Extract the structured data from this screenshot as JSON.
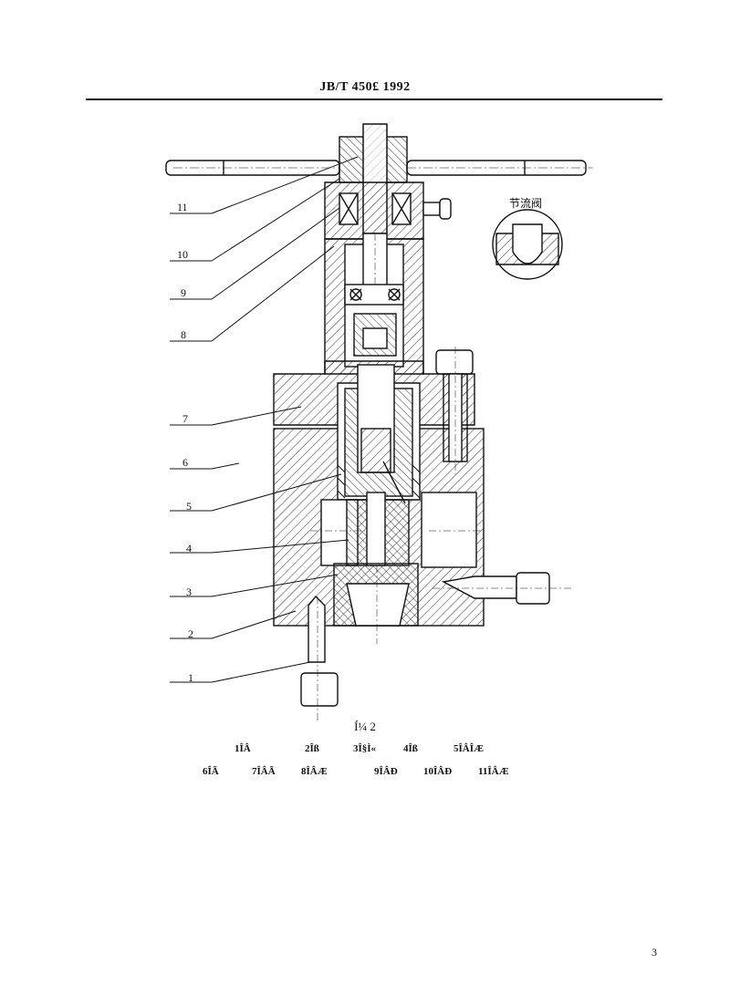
{
  "header": {
    "standard": "JB/T  450£ 1992"
  },
  "detail_view": {
    "label": "节流阀"
  },
  "callouts": [
    "11",
    "10",
    "9",
    "8",
    "7",
    "6",
    "5",
    "4",
    "3",
    "2",
    "1"
  ],
  "figure": {
    "caption": "Í¼  2"
  },
  "legend": {
    "row1": [
      "1ÎÂ",
      "2Îß",
      "3Î§Ì«",
      "4Îß",
      "5ÎÂÎÆ"
    ],
    "row2": [
      "6ÎÃ",
      "7ÎÂÃ",
      "8ÎÂÆ",
      "9ÎÂÐ",
      "10ÎÂÐ",
      "11ÎÂÆ"
    ]
  },
  "page": {
    "number": "3"
  }
}
